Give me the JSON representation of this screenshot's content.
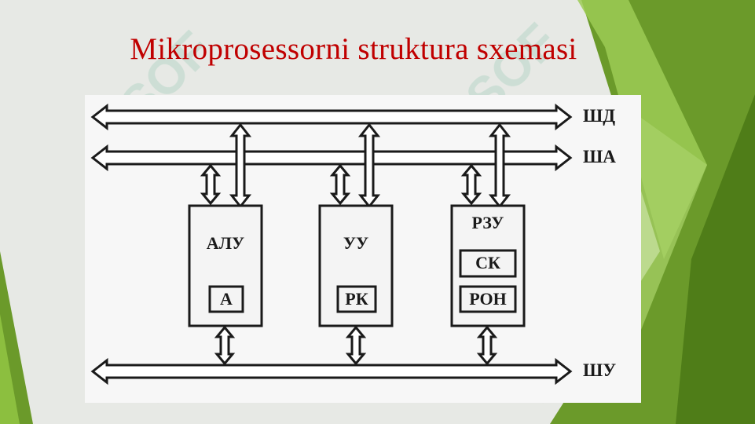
{
  "slide": {
    "title": "Mikroprosessorni struktura sxemasi"
  },
  "diagram": {
    "buses": {
      "data": "ШД",
      "address": "ША",
      "control": "ШУ"
    },
    "blocks": {
      "alu": {
        "label": "АЛУ",
        "register": "А"
      },
      "cu": {
        "label": "УУ",
        "register": "РК"
      },
      "memory": {
        "label": "РЗУ",
        "registers": [
          "СК",
          "РОН"
        ]
      }
    }
  },
  "colors": {
    "title": "#c00000",
    "background": "#e7e9e5",
    "green_dark": "#5f8f20",
    "green_light": "#8cbf3f",
    "ink": "#1a1a1a"
  }
}
